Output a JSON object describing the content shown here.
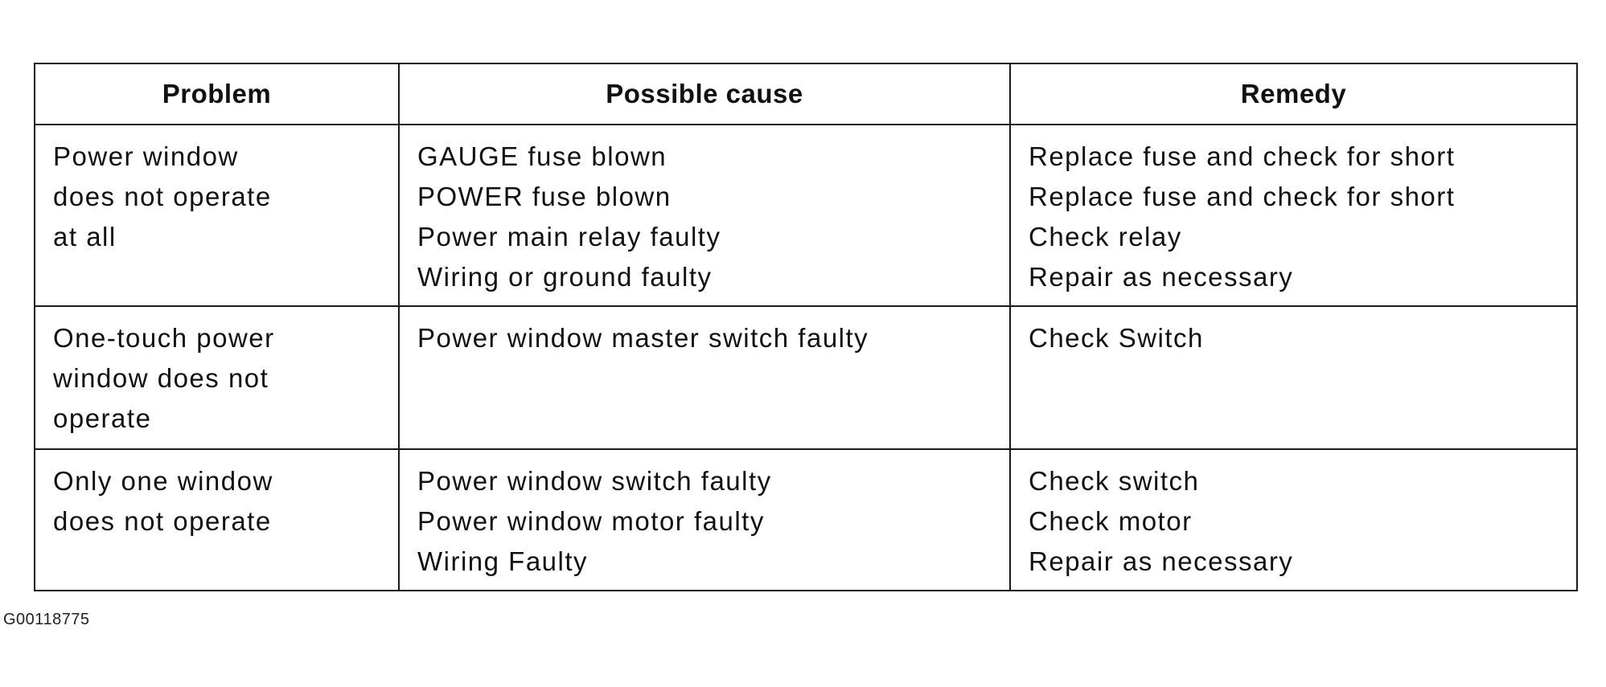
{
  "table": {
    "headers": [
      "Problem",
      "Possible cause",
      "Remedy"
    ],
    "rows": [
      {
        "problem": [
          "Power window",
          "does not operate",
          "at all"
        ],
        "causes": [
          "GAUGE fuse blown",
          "POWER fuse blown",
          "Power main relay faulty",
          "Wiring or ground faulty"
        ],
        "remedies": [
          "Replace fuse and check for short",
          "Replace fuse and check for short",
          "Check relay",
          "Repair as necessary"
        ]
      },
      {
        "problem": [
          "One-touch power",
          "window does not",
          "operate"
        ],
        "causes": [
          "Power window master switch faulty"
        ],
        "remedies": [
          "Check Switch"
        ]
      },
      {
        "problem": [
          "Only one window",
          "does not operate"
        ],
        "causes": [
          "Power window switch faulty",
          "Power window motor faulty",
          "Wiring Faulty"
        ],
        "remedies": [
          "Check switch",
          "Check motor",
          "Repair as necessary"
        ]
      }
    ]
  },
  "figure_id": "G00118775"
}
